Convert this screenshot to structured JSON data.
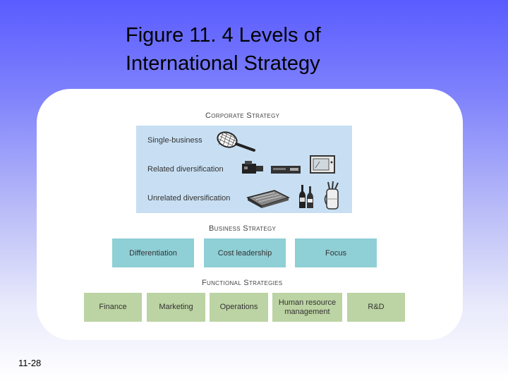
{
  "slide": {
    "title_line1": "Figure 11. 4 Levels of",
    "title_line2": "International Strategy",
    "page_number": "11-28"
  },
  "diagram": {
    "corporate": {
      "heading": "Corporate Strategy",
      "rows": [
        {
          "label": "Single-business",
          "icons": [
            "tennis-racket-icon"
          ]
        },
        {
          "label": "Related diversification",
          "icons": [
            "camcorder-icon",
            "vcr-icon",
            "television-icon"
          ]
        },
        {
          "label": "Unrelated diversification",
          "icons": [
            "book-icon",
            "wine-bottles-icon",
            "golf-bag-icon"
          ]
        }
      ]
    },
    "business": {
      "heading": "Business Strategy",
      "items": [
        "Differentiation",
        "Cost leadership",
        "Focus"
      ]
    },
    "functional": {
      "heading": "Functional Strategies",
      "items": [
        "Finance",
        "Marketing",
        "Operations",
        "Human resource management",
        "R&D"
      ]
    }
  },
  "colors": {
    "corporate_box": "#c8dff3",
    "business_box": "#8fcfd6",
    "functional_box": "#bcd3a3"
  }
}
